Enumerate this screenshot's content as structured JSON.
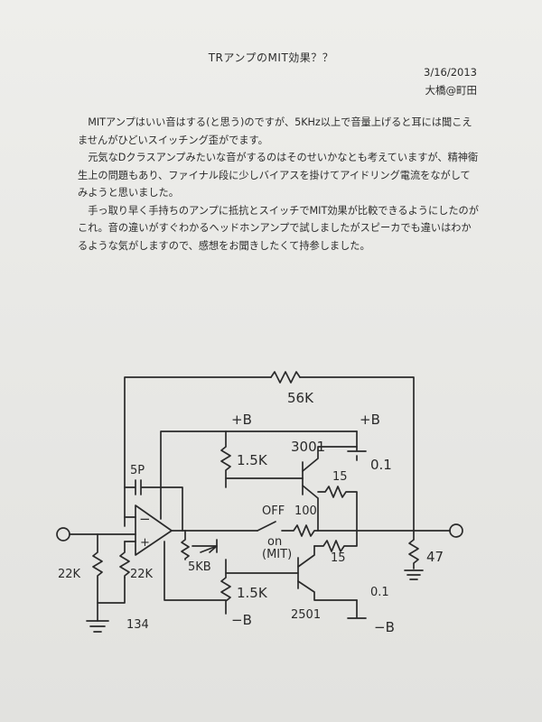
{
  "document": {
    "title": "TRアンプのMIT効果？？",
    "date": "3/16/2013",
    "author": "大橋@町田",
    "paragraphs": [
      "MITアンプはいい音はする(と思う)のですが、5KHz以上で音量上げると耳には聞こえませんがひどいスイッチング歪がでます。",
      "元気なDクラスアンプみたいな音がするのはそのせいかなとも考えていますが、精神衛生上の問題もあり、ファイナル段に少しバイアスを掛けてアイドリング電流をながしてみようと思いました。",
      "手っ取り早く手持ちのアンプに抵抗とスイッチでMIT効果が比較できるようにしたのがこれ。音の違いがすぐわかるヘッドホンアンプで試しましたがスピーカでも違いはわかるような気がしますので、感想をお聞きしたくて持参しました。"
    ]
  },
  "schematic": {
    "labels": {
      "feedback_resistor": "56K",
      "plus_b_left": "+B",
      "plus_b_right": "+B",
      "r_top": "1.5K",
      "q_top": "3001",
      "cap_top": "0.1",
      "r_emitter_top": "15",
      "cap_comp": "5P",
      "switch_off": "OFF",
      "r_series": "100",
      "switch_on": "on",
      "switch_mit": "(MIT)",
      "trimmer": "5KB",
      "r_emitter_bottom": "15",
      "r_load": "47",
      "r_bias1": "22K",
      "r_bias2": "22K",
      "opamp_minus": "−",
      "opamp_plus": "+",
      "r_bottom": "1.5K",
      "q_bottom": "2501",
      "cap_bottom": "0.1",
      "minus_b_left": "−B",
      "minus_b_right": "−B",
      "ground_note": "134"
    }
  }
}
